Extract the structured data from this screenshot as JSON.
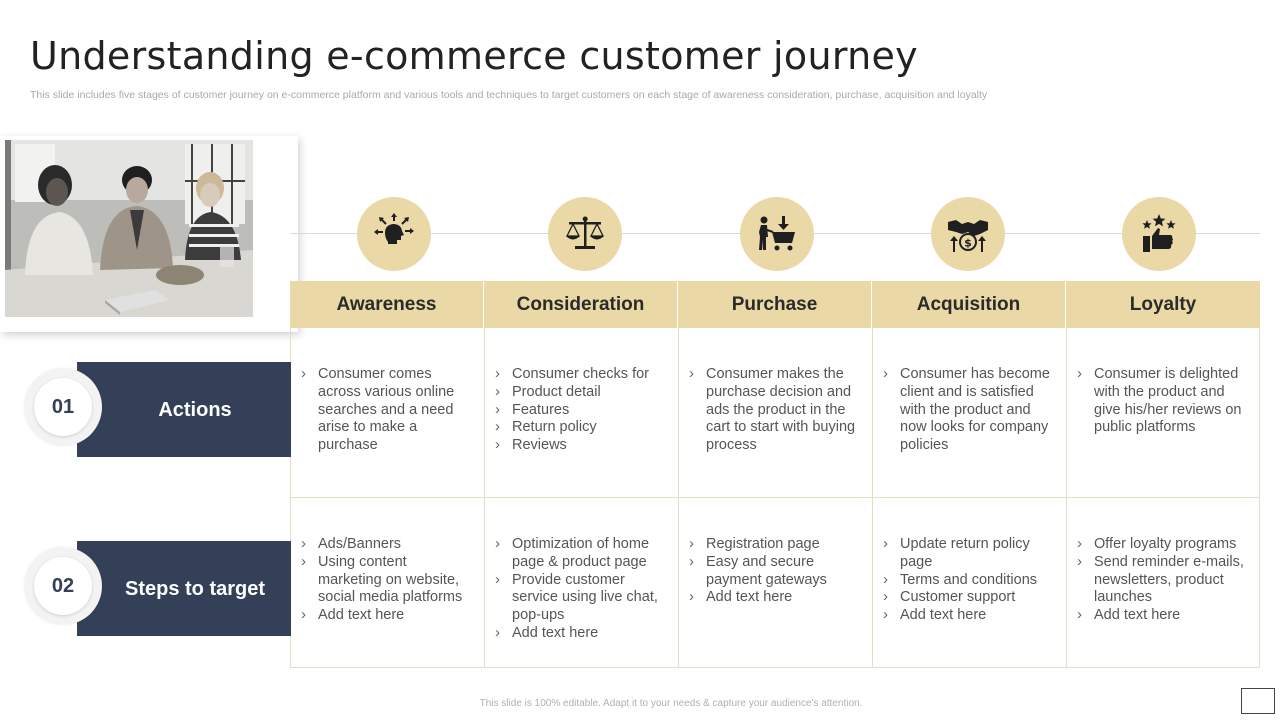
{
  "title": "Understanding e-commerce customer journey",
  "subtitle": "This slide includes five stages of customer journey on e-commerce platform and various tools and techniques to target customers on each stage of awareness consideration, purchase, acquisition and loyalty",
  "stages": [
    {
      "label": "Awareness",
      "icon": "head-ideas-icon"
    },
    {
      "label": "Consideration",
      "icon": "balance-scale-icon"
    },
    {
      "label": "Purchase",
      "icon": "shopping-cart-icon"
    },
    {
      "label": "Acquisition",
      "icon": "handshake-money-icon"
    },
    {
      "label": "Loyalty",
      "icon": "thumbs-up-stars-icon"
    }
  ],
  "rows": [
    {
      "number": "01",
      "label": "Actions",
      "cells": [
        [
          "Consumer comes across various online searches and a need arise to make a purchase"
        ],
        [
          "Consumer checks for",
          "Product detail",
          "Features",
          "Return policy",
          "Reviews"
        ],
        [
          "Consumer makes the purchase decision and ads the product in the cart to start with buying process"
        ],
        [
          "Consumer has become client and is satisfied with the product and now looks for company policies"
        ],
        [
          "Consumer is delighted with the product and give his/her reviews on public platforms"
        ]
      ]
    },
    {
      "number": "02",
      "label": "Steps to target",
      "cells": [
        [
          "Ads/Banners",
          "Using content marketing on website, social media platforms",
          "Add text here"
        ],
        [
          "Optimization of home page & product page",
          "Provide customer service using live chat, pop-ups",
          "Add text here"
        ],
        [
          "Registration  page",
          "Easy and secure payment gateways",
          "Add text here"
        ],
        [
          "Update return policy page",
          "Terms and conditions",
          "Customer support",
          "Add text here"
        ],
        [
          "Offer loyalty programs",
          "Send reminder e-mails, newsletters, product launches",
          "Add text here"
        ]
      ]
    }
  ],
  "footer": "This slide is 100% editable.  Adapt it to your needs & capture your audience's attention.",
  "colors": {
    "accent": "#ead8a7",
    "navy": "#344057",
    "grid_line": "#e6ddc7"
  }
}
